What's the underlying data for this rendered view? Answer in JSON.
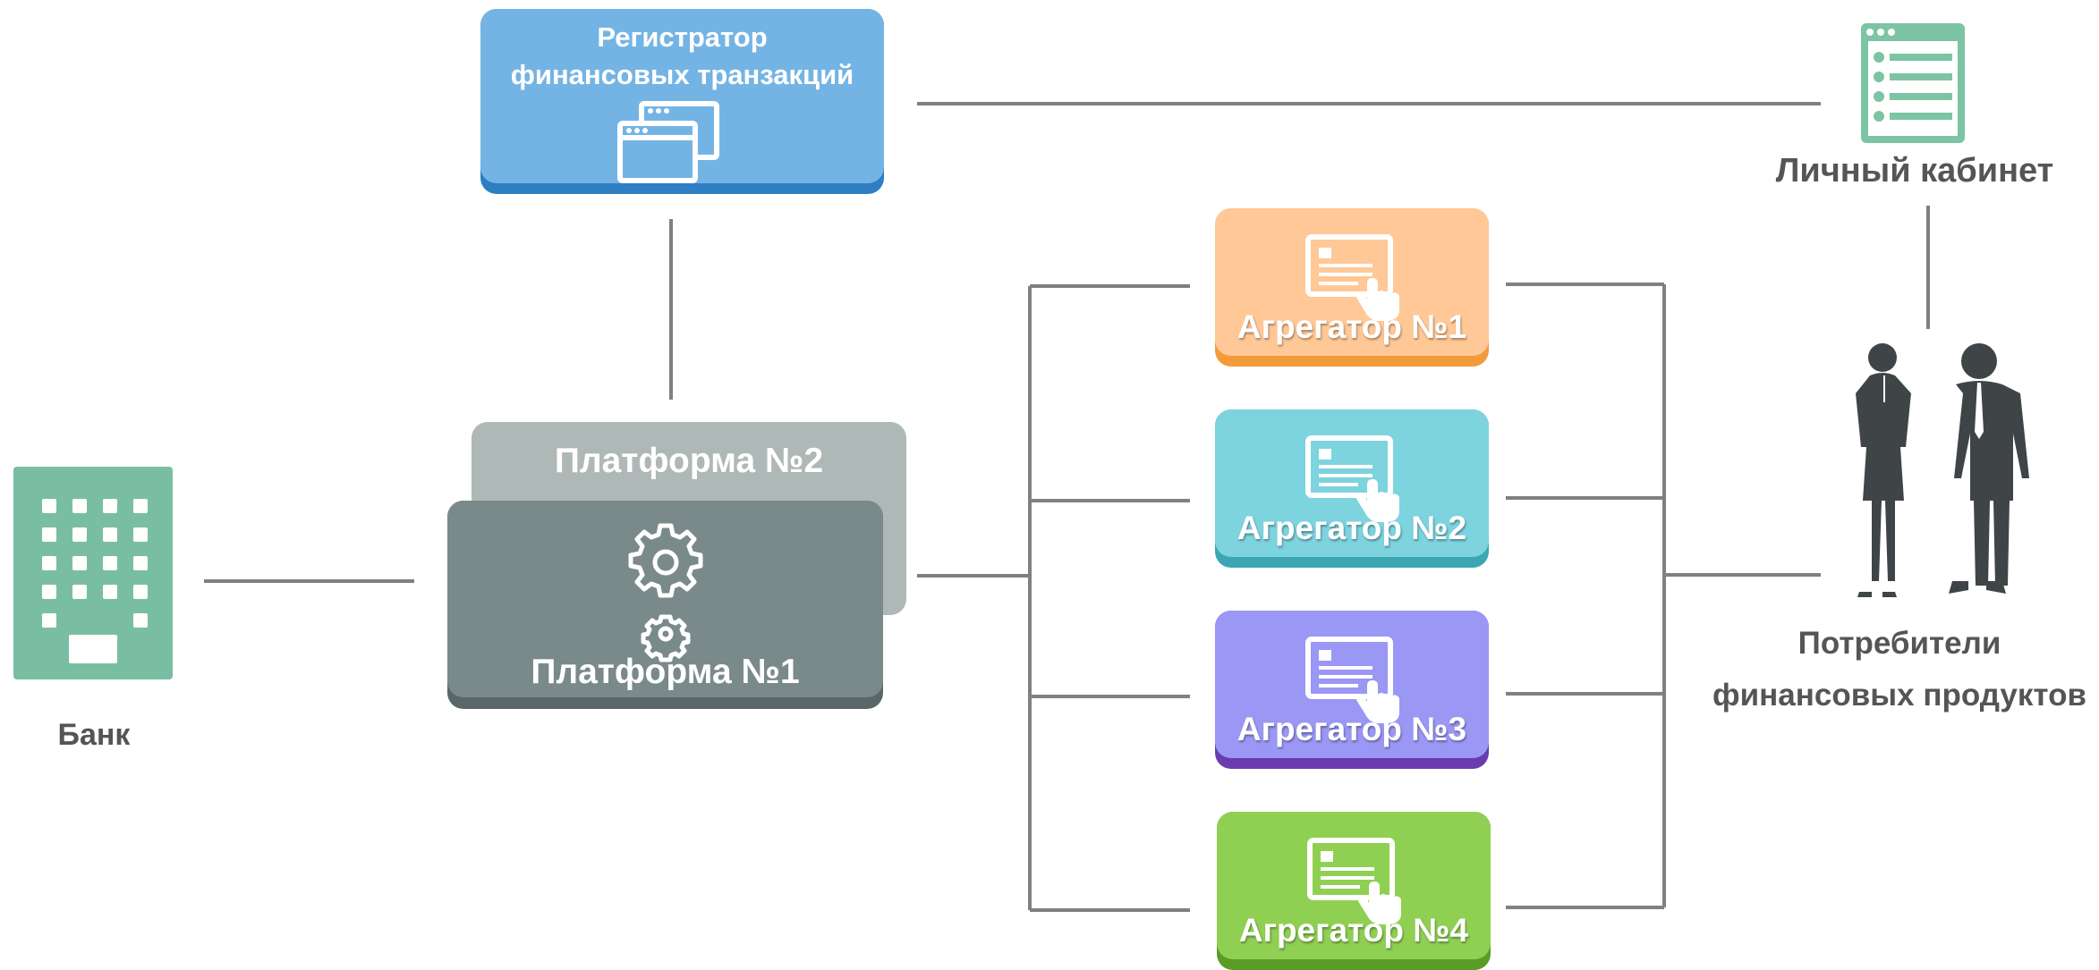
{
  "nodes": {
    "registrar": {
      "line1": "Регистратор",
      "line2": "финансовых транзакций"
    },
    "personal_cabinet": {
      "label": "Личный кабинет"
    },
    "bank": {
      "label": "Банк"
    },
    "platform1": {
      "label": "Платформа №1"
    },
    "platform2": {
      "label": "Платформа №2"
    },
    "aggregators": [
      {
        "label": "Агрегатор №1",
        "color": "#FFC896",
        "base": "#F39A3B"
      },
      {
        "label": "Агрегатор №2",
        "color": "#7DD3DE",
        "base": "#3BA7B5"
      },
      {
        "label": "Агрегатор №3",
        "color": "#9B97F5",
        "base": "#6B3BB0"
      },
      {
        "label": "Агрегатор №4",
        "color": "#8FD053",
        "base": "#5A9C26"
      }
    ],
    "consumers": {
      "line1": "Потребители",
      "line2": "финансовых продуктов"
    }
  },
  "colors": {
    "registrar": "#74B4E4",
    "registrar_base": "#2E7EC4",
    "platform1": "#7A898A",
    "platform1_base": "#5A6769",
    "platform2": "#AEB8B7",
    "bank": "#79BEA3",
    "cabinet": "#7CC4A4",
    "people": "#3F4547",
    "lines": "#808080"
  }
}
